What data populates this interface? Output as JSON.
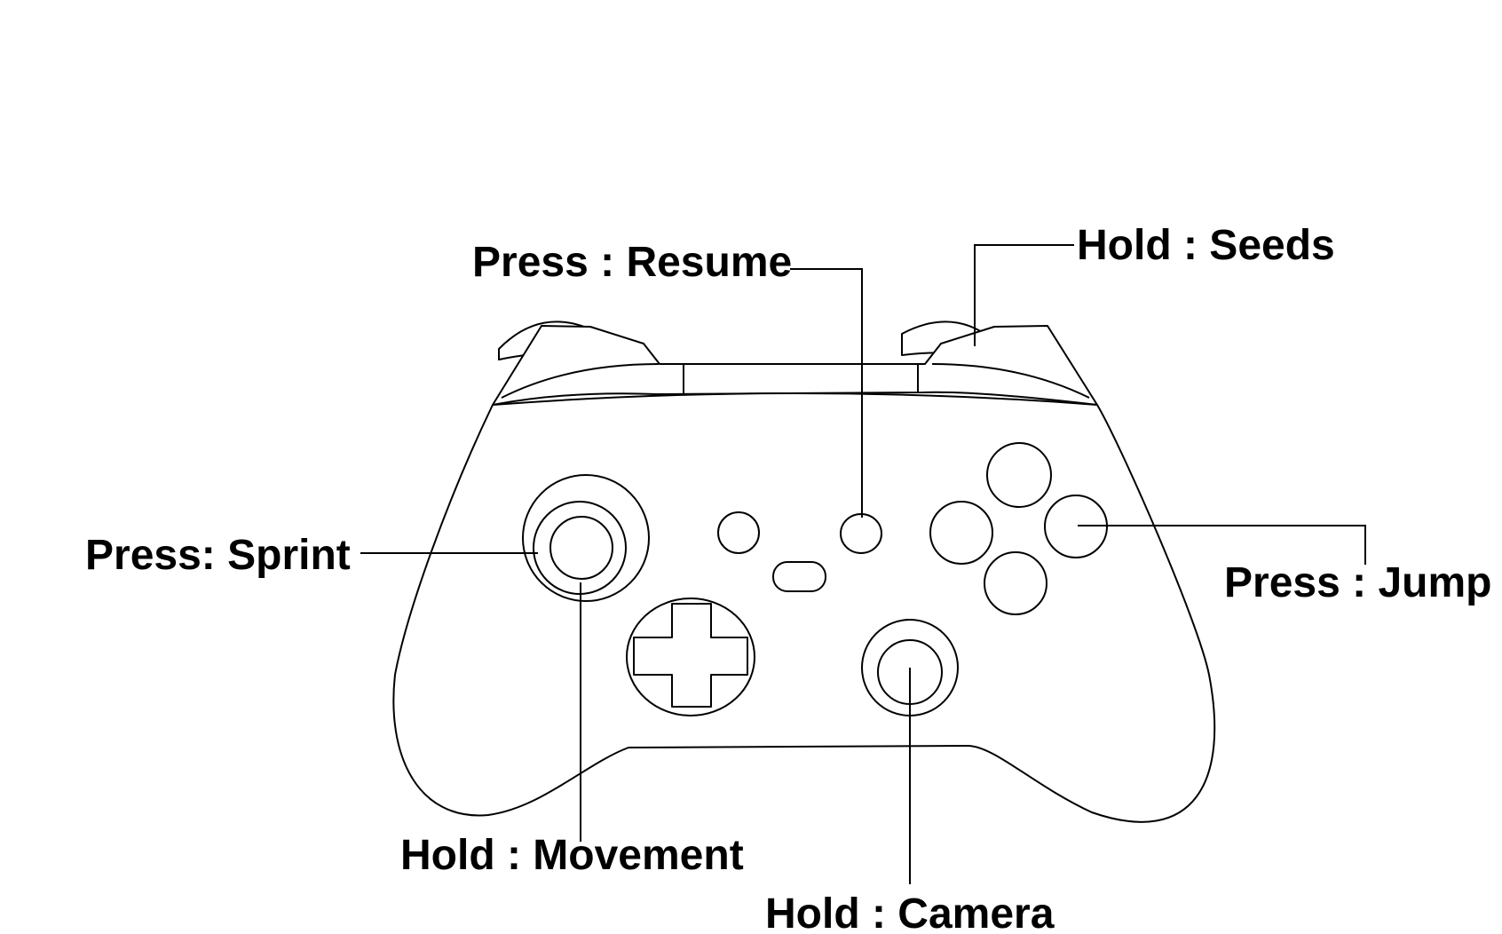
{
  "labels": {
    "resume": "Press : Resume",
    "seeds": "Hold : Seeds",
    "sprint": "Press: Sprint",
    "jump": "Press : Jump",
    "movement": "Hold : Movement",
    "camera": "Hold : Camera"
  },
  "colors": {
    "line": "#000000",
    "background": "#ffffff"
  }
}
